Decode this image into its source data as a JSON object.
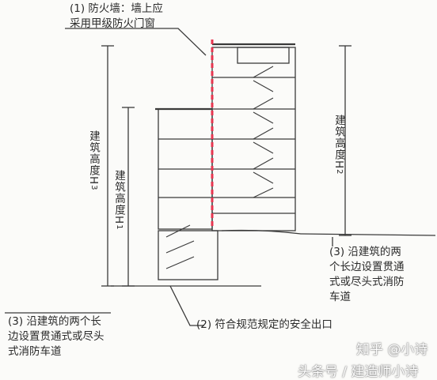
{
  "labels": {
    "firewall_line1": "(1) 防火墙：墙上应",
    "firewall_line2": "采用甲级防火门窗",
    "exit": "(2) 符合规范规定的安全出口",
    "right_road_line1": "(3) 沿建筑的两",
    "right_road_line2": "个长边设置贯通",
    "right_road_line3": "式或尽头式消防",
    "right_road_line4": "车道",
    "left_road_line1": "(3) 沿建筑的两个长",
    "left_road_line2": "边设置贯通式或尽头",
    "left_road_line3": "式消防车道"
  },
  "dimensions": {
    "h3_text": "建筑高度H",
    "h3_sub": "3",
    "h1_text": "建筑高度H",
    "h1_sub": "1",
    "h2_text": "建筑高度H",
    "h2_sub": "2"
  },
  "watermark": {
    "line1": "知乎 @小诗",
    "line2": "头条号 / 建造师小诗"
  },
  "colors": {
    "line": "#3a3a3a",
    "firewall": "#e8344f",
    "background": "#fbfbf9"
  }
}
